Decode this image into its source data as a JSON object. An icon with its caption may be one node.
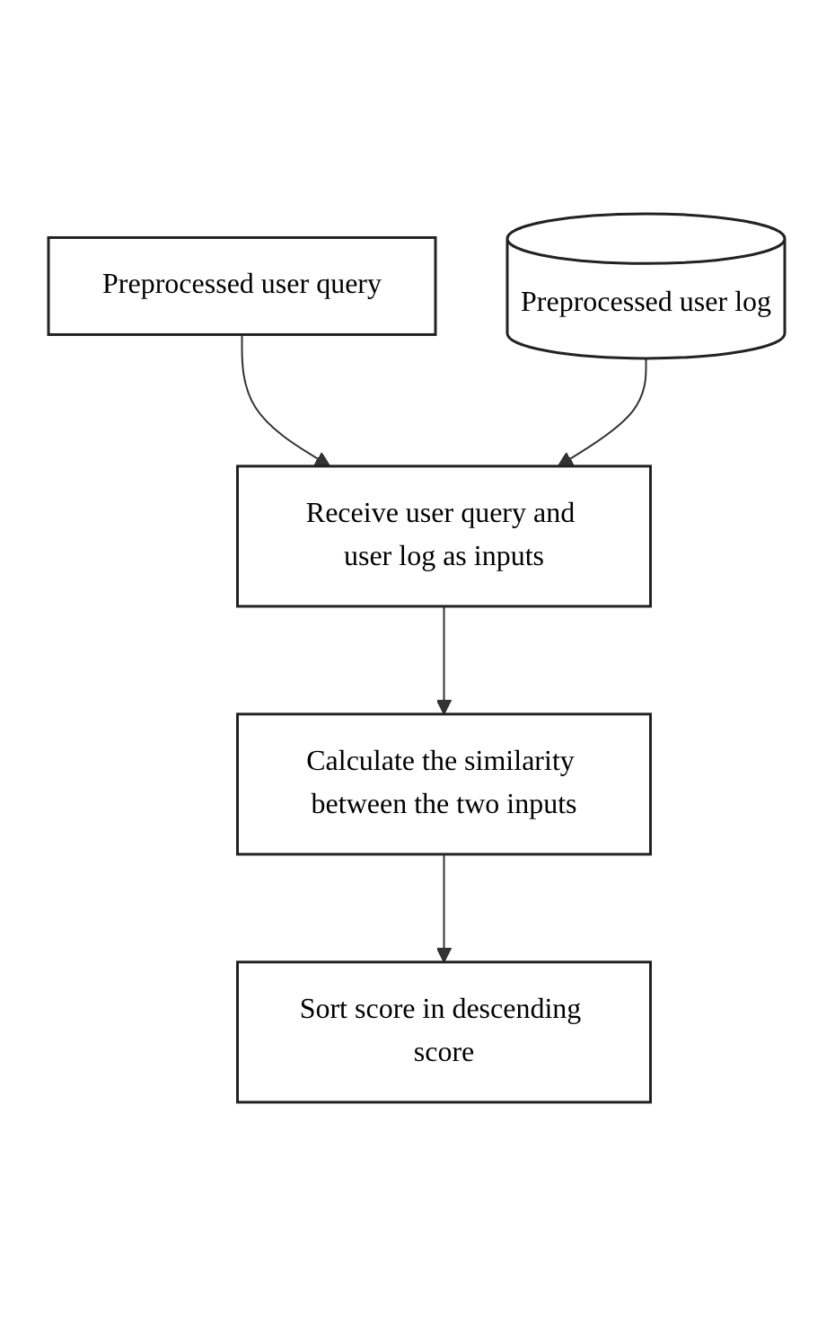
{
  "diagram": {
    "nodes": [
      {
        "text": [
          "Preprocessed user query"
        ]
      },
      {
        "text": [
          "Preprocessed user log"
        ]
      },
      {
        "text": [
          "Receive user query and user log as inputs"
        ]
      },
      {
        "text": [
          "Calculate the similarity between the two inputs"
        ]
      },
      {
        "text": [
          "Sort score in descending score"
        ]
      }
    ],
    "edges": [
      {
        "from": 0,
        "to": 2,
        "arrow": "to"
      },
      {
        "from": 1,
        "to": 2,
        "arrow": "to"
      },
      {
        "from": 2,
        "to": 3,
        "arrow": "to"
      },
      {
        "from": 3,
        "to": 4,
        "arrow": "to"
      }
    ]
  }
}
